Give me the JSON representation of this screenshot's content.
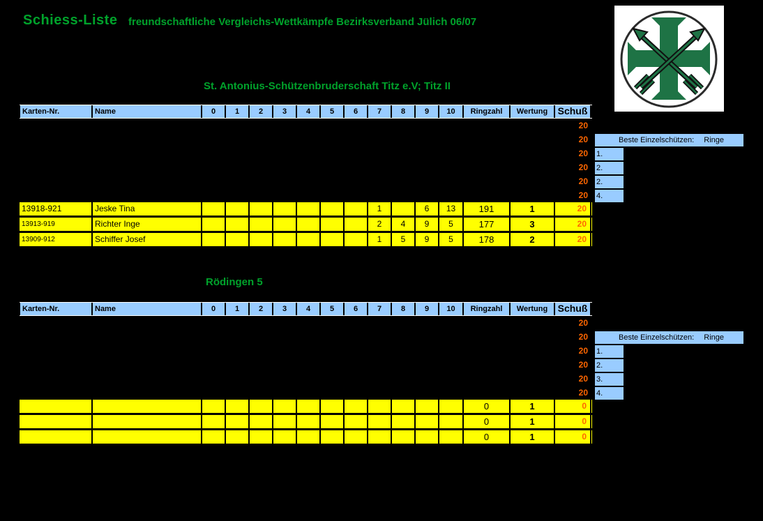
{
  "title": {
    "main": "Schiess-Liste",
    "subtitle": "freundschaftliche Vergleichs-Wettkämpfe Bezirksverband Jülich  06/07"
  },
  "colors": {
    "heading_green": "#00A22B",
    "header_blue": "#99CCFF",
    "row_yellow": "#FFFF00",
    "shot_orange": "#FF6600",
    "logo_green": "#1E7345",
    "background": "#000000"
  },
  "icons": {
    "logo": "schuetzen-cross-arrows-icon"
  },
  "table_headers": [
    "Karten-Nr.",
    "Name",
    "0",
    "1",
    "2",
    "3",
    "4",
    "5",
    "6",
    "7",
    "8",
    "9",
    "10",
    "Ringzahl",
    "Wertung",
    "Schuß"
  ],
  "sections": [
    {
      "team_label": "St. Antonius-Schützenbruderschaft Titz e.V; Titz II",
      "empty_row_schuss": [
        "20",
        "20",
        "20",
        "20",
        "20",
        "20"
      ],
      "rows": [
        {
          "karten": "13918-921",
          "name": "Jeske Tina",
          "hits": [
            "",
            "",
            "",
            "",
            "",
            "",
            "",
            "1",
            "",
            "6",
            "13"
          ],
          "ringzahl": "191",
          "wertung": "1",
          "schuss": "20"
        },
        {
          "karten": "13913-919",
          "name": "Richter Inge",
          "hits": [
            "",
            "",
            "",
            "",
            "",
            "",
            "",
            "2",
            "4",
            "9",
            "5"
          ],
          "ringzahl": "177",
          "wertung": "3",
          "schuss": "20"
        },
        {
          "karten": "13909-912",
          "name": "Schiffer Josef",
          "hits": [
            "",
            "",
            "",
            "",
            "",
            "",
            "",
            "1",
            "5",
            "9",
            "5"
          ],
          "ringzahl": "178",
          "wertung": "2",
          "schuss": "20"
        }
      ],
      "best_panel": {
        "title": "Beste Einzelschützen:",
        "ringe": "Ringe",
        "ranks": [
          "1.",
          "2.",
          "2.",
          "4."
        ]
      }
    },
    {
      "team_label": "Rödingen 5",
      "empty_row_schuss": [
        "20",
        "20",
        "20",
        "20",
        "20",
        "20"
      ],
      "rows": [
        {
          "karten": "",
          "name": "",
          "hits": [
            "",
            "",
            "",
            "",
            "",
            "",
            "",
            "",
            "",
            "",
            ""
          ],
          "ringzahl": "0",
          "wertung": "1",
          "schuss": "0"
        },
        {
          "karten": "",
          "name": "",
          "hits": [
            "",
            "",
            "",
            "",
            "",
            "",
            "",
            "",
            "",
            "",
            ""
          ],
          "ringzahl": "0",
          "wertung": "1",
          "schuss": "0"
        },
        {
          "karten": "",
          "name": "",
          "hits": [
            "",
            "",
            "",
            "",
            "",
            "",
            "",
            "",
            "",
            "",
            ""
          ],
          "ringzahl": "0",
          "wertung": "1",
          "schuss": "0"
        }
      ],
      "best_panel": {
        "title": "Beste Einzelschützen:",
        "ringe": "Ringe",
        "ranks": [
          "1.",
          "2.",
          "3.",
          "4."
        ]
      }
    }
  ]
}
